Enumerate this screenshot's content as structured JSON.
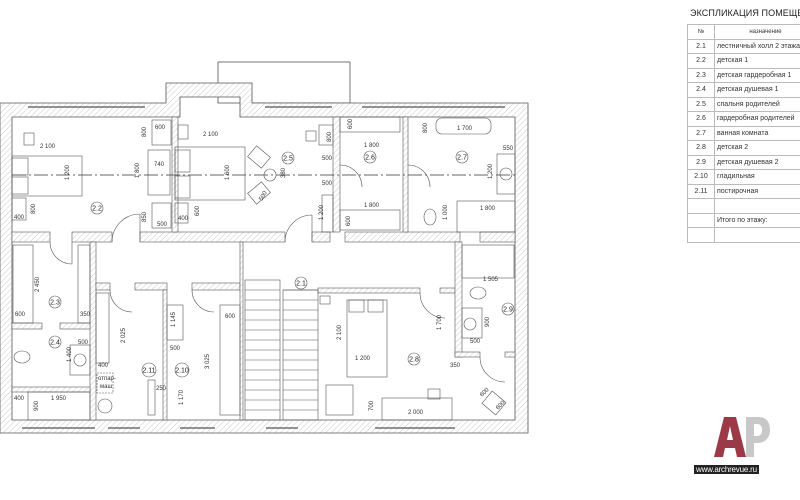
{
  "legend": {
    "title": "ЭКСПЛИКАЦИЯ ПОМЕЩЕНИЙ",
    "header": {
      "num": "№",
      "name": "назначение"
    },
    "rows": [
      {
        "num": "2.1",
        "name": "лестничный холл 2 этажа"
      },
      {
        "num": "2.2",
        "name": "детская 1"
      },
      {
        "num": "2.3",
        "name": "детская  гардеробная 1"
      },
      {
        "num": "2.4",
        "name": "детская душевая 1"
      },
      {
        "num": "2.5",
        "name": "спальня родителей"
      },
      {
        "num": "2.6",
        "name": "гардеробная родителей"
      },
      {
        "num": "2.7",
        "name": "ванная комната"
      },
      {
        "num": "2.8",
        "name": "детская 2"
      },
      {
        "num": "2.9",
        "name": "детская душевая 2"
      },
      {
        "num": "2.10",
        "name": "гладильная"
      },
      {
        "num": "2.11",
        "name": "постирочная"
      }
    ],
    "total_label": "Итого по этажу:"
  },
  "rooms": {
    "r21": "2.1",
    "r22": "2.2",
    "r23": "2.3",
    "r24": "2.4",
    "r25": "2.5",
    "r26": "2.6",
    "r27": "2.7",
    "r28": "2.8",
    "r29": "2.9",
    "r210": "2.10",
    "r211": "2.11"
  },
  "dims": [
    "2 100",
    "1 200",
    "800",
    "400",
    "800",
    "600",
    "1 800",
    "740",
    "850",
    "500",
    "2 100",
    "1 600",
    "380",
    "500",
    "800",
    "500",
    "500",
    "1 200",
    "400",
    "600",
    "600",
    "1 800",
    "1 800",
    "600",
    "800",
    "1 700",
    "550",
    "1 200",
    "1 800",
    "1 000",
    "2 450",
    "600",
    "350",
    "500",
    "1 400",
    "400",
    "1 950",
    "900",
    "2 025",
    "1 145",
    "500",
    "3 025",
    "400",
    "250",
    "1 170",
    "600",
    "2 100",
    "1 200",
    "1 700",
    "350",
    "1 505",
    "900",
    "500",
    "700",
    "2 000",
    "600",
    "600",
    "отпар-",
    "маш"
  ],
  "watermark": {
    "logo": "AP",
    "site": "www.archrevue.ru",
    "logo_colors": {
      "a": "#9b3a46",
      "p": "#c8c8c8"
    }
  }
}
